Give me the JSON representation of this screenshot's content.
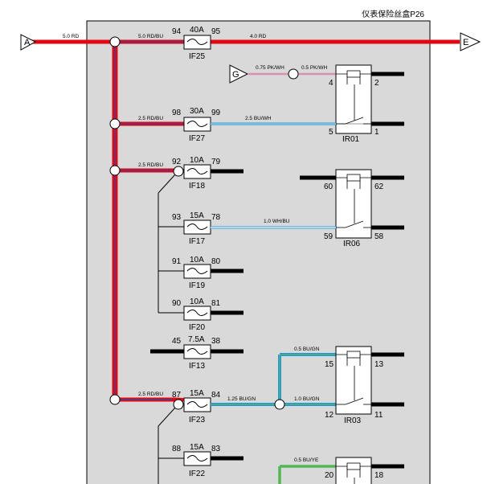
{
  "box_title": "仪表保险丝盒P26",
  "connectors": {
    "a": "A",
    "e": "E",
    "g": "G"
  },
  "wires": {
    "a_in": "5.0 RD",
    "bus_f25": "5.0 RD/BU",
    "f25_out": "4.0 RD",
    "g_in": "0.75 PK/WH",
    "g_out": "0.5 PK/WH",
    "bus_f27": "2.5 RD/BU",
    "f27_out": "2.5 BU/WH",
    "bus_f18": "2.5 RD/BU",
    "f17_out": "1.0 WH/BU",
    "bus_f23": "2.5 RD/BU",
    "f23_out": "1.25 BU/GN",
    "ir03_top": "0.5 BU/GN",
    "ir03_bot": "1.0 BU/GN",
    "r4_top": "0.5 BU/YE"
  },
  "fuses": {
    "f25": {
      "name": "IF25",
      "rating": "40A",
      "pin_in": "94",
      "pin_out": "95"
    },
    "f27": {
      "name": "IF27",
      "rating": "30A",
      "pin_in": "98",
      "pin_out": "99"
    },
    "f18": {
      "name": "IF18",
      "rating": "10A",
      "pin_in": "92",
      "pin_out": "79"
    },
    "f17": {
      "name": "IF17",
      "rating": "15A",
      "pin_in": "93",
      "pin_out": "78"
    },
    "f19": {
      "name": "IF19",
      "rating": "10A",
      "pin_in": "91",
      "pin_out": "80"
    },
    "f20": {
      "name": "IF20",
      "rating": "10A",
      "pin_in": "90",
      "pin_out": "81"
    },
    "f13": {
      "name": "IF13",
      "rating": "7.5A",
      "pin_in": "45",
      "pin_out": "38"
    },
    "f23": {
      "name": "IF23",
      "rating": "15A",
      "pin_in": "87",
      "pin_out": "84"
    },
    "f22": {
      "name": "IF22",
      "rating": "15A",
      "pin_in": "88",
      "pin_out": "83"
    }
  },
  "relays": {
    "ir01": {
      "name": "IR01",
      "p_tl": "4",
      "p_tr": "2",
      "p_bl": "5",
      "p_br": "1"
    },
    "ir06": {
      "name": "IR06",
      "p_tl": "60",
      "p_tr": "62",
      "p_bl": "59",
      "p_br": "58"
    },
    "ir03": {
      "name": "IR03",
      "p_tl": "15",
      "p_tr": "13",
      "p_bl": "12",
      "p_br": "11"
    },
    "r4": {
      "p_tl": "20",
      "p_tr": "18"
    }
  },
  "colors": {
    "panel": "#d9d9d9",
    "red": "#e30613",
    "blue": "#2196d3",
    "pink": "#f0a9c6",
    "green": "#7ac943"
  }
}
